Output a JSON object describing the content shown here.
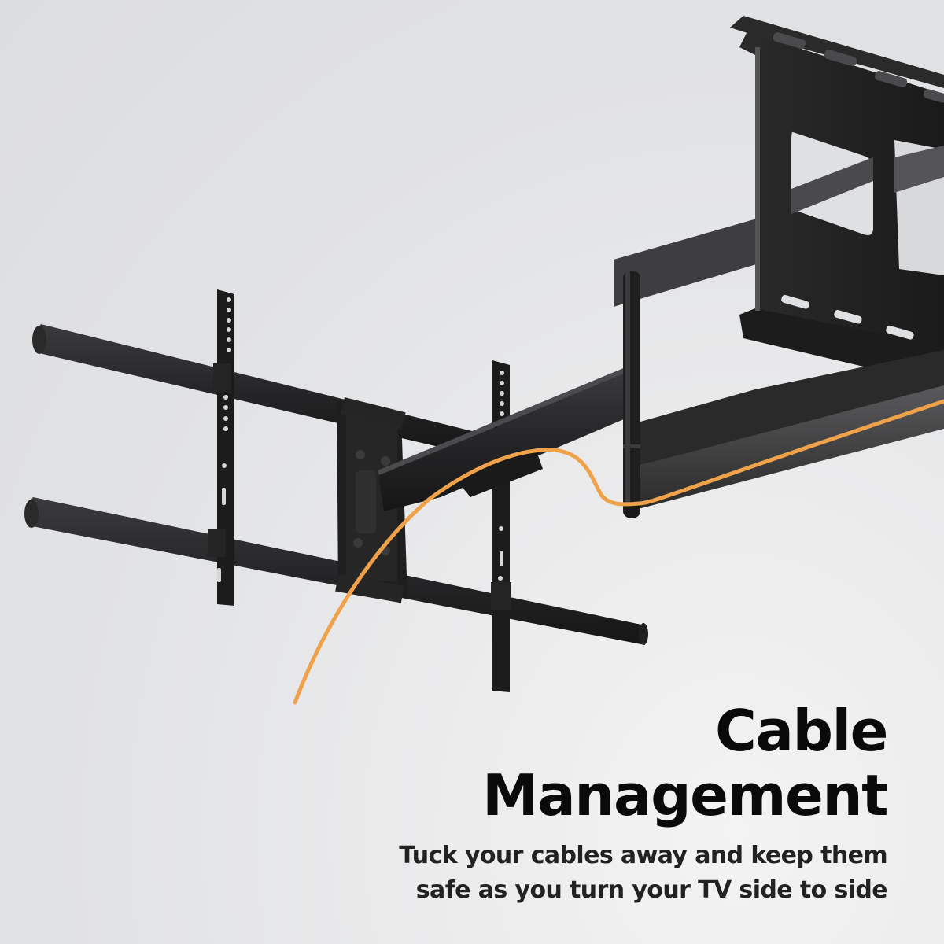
{
  "product_image": {
    "subject": "Full-motion TV wall mount with extended articulating arm",
    "icon": "tv-wall-mount-illustration",
    "colors": {
      "background": "#dcdde0",
      "background_light": "#f1f1f2",
      "metal": "#1b1b1c",
      "metal_highlight": "#3a3a3c",
      "metal_arm_light": "#4a4a4c",
      "cable": "#f0a24a"
    }
  },
  "feature": {
    "title_line1": "Cable",
    "title_line2": "Management",
    "description_line1": "Tuck your cables away and keep them",
    "description_line2": "safe as you turn your TV side to side"
  }
}
